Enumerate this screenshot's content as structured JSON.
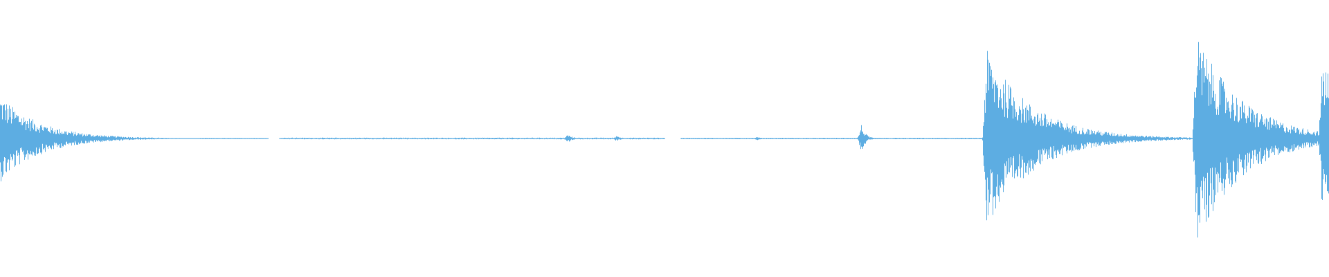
{
  "waveform": {
    "color": "#5dade2",
    "background": "#ffffff",
    "baseline_level": 0.0,
    "duration_fraction_note": "",
    "bursts": [
      {
        "position": 0.0,
        "peak": 0.42,
        "decay": 0.03
      },
      {
        "position": 0.427,
        "peak": 0.04,
        "decay": 0.004
      },
      {
        "position": 0.464,
        "peak": 0.03,
        "decay": 0.003
      },
      {
        "position": 0.57,
        "peak": 0.02,
        "decay": 0.002
      },
      {
        "position": 0.648,
        "peak": 0.14,
        "decay": 0.003
      },
      {
        "position": 0.742,
        "peak": 0.86,
        "decay": 0.035
      },
      {
        "position": 0.9,
        "peak": 1.0,
        "decay": 0.035
      },
      {
        "position": 0.995,
        "peak": 0.8,
        "decay": 0.02
      }
    ],
    "noise_segments": [
      {
        "start": 0.0,
        "end": 0.068,
        "level": 0.01
      },
      {
        "start": 0.095,
        "end": 0.125,
        "level": 0.006
      },
      {
        "start": 0.15,
        "end": 0.2,
        "level": 0.006
      },
      {
        "start": 0.21,
        "end": 0.5,
        "level": 0.008
      },
      {
        "start": 0.51,
        "end": 0.5,
        "level": 0.0
      },
      {
        "start": 0.512,
        "end": 0.74,
        "level": 0.007
      },
      {
        "start": 0.76,
        "end": 0.822,
        "level": 0.008
      },
      {
        "start": 0.83,
        "end": 0.9,
        "level": 0.006
      },
      {
        "start": 0.93,
        "end": 0.99,
        "level": 0.006
      }
    ]
  }
}
